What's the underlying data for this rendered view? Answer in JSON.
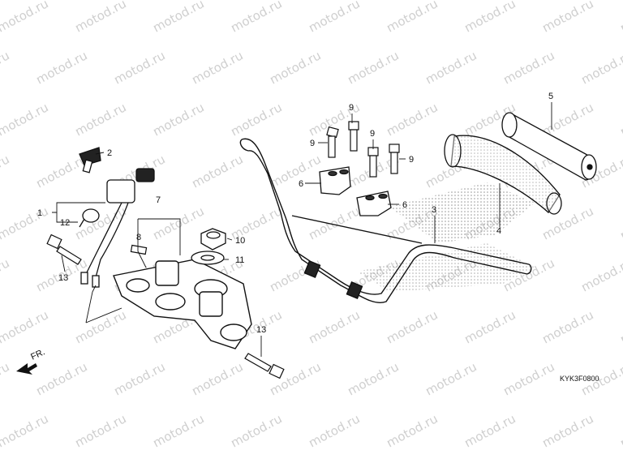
{
  "watermark": "motod.ru",
  "diagram_code": "KYK3F0800",
  "direction_label": "FR.",
  "callouts": {
    "c1": "1",
    "c2": "2",
    "c3": "3",
    "c4": "4",
    "c5": "5",
    "c6a": "6",
    "c6b": "6",
    "c7": "7",
    "c8": "8",
    "c9a": "9",
    "c9b": "9",
    "c9c": "9",
    "c9d": "9",
    "c10": "10",
    "c11": "11",
    "c12": "12",
    "c13a": "13",
    "c13b": "13"
  },
  "colors": {
    "line": "#111111",
    "watermark": "#cfcfcf",
    "shade": "#9a9a9a"
  }
}
